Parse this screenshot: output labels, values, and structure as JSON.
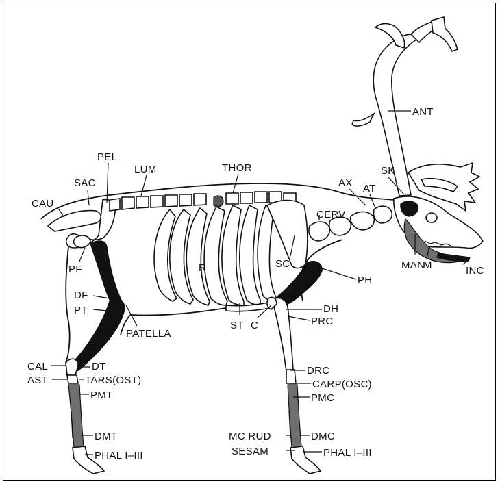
{
  "labels": {
    "ant": "ANT",
    "sk": "SK",
    "ax": "AX",
    "at": "AT",
    "cerv": "CERV",
    "thor": "THOR",
    "lum": "LUM",
    "pel": "PEL",
    "sac": "SAC",
    "cau": "CAU",
    "pf": "PF",
    "df": "DF",
    "pt": "PT",
    "patella": "PATELLA",
    "r": "R",
    "sc": "SC",
    "ph": "PH",
    "dh": "DH",
    "prc": "PRC",
    "st": "ST",
    "c": "C",
    "man": "MAN",
    "m": "M",
    "inc": "INC",
    "cal": "CAL",
    "dt": "DT",
    "ast": "AST",
    "tars": "TARS(OST)",
    "pmt": "PMT",
    "dmt": "DMT",
    "phal_hind": "PHAL I–III",
    "drc": "DRC",
    "carp": "CARP(OSC)",
    "pmc": "PMC",
    "mc_rud": "MC RUD",
    "dmc": "DMC",
    "sesam": "SESAM",
    "phal_fore": "PHAL I–III"
  },
  "colors": {
    "ink": "#111111",
    "shade": "#6f6f6f",
    "paper": "#ffffff"
  }
}
